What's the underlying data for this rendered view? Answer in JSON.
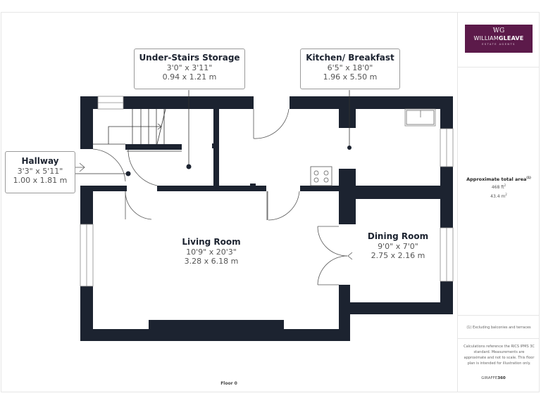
{
  "floor_label": "Floor 0",
  "brand": {
    "logo_mark": "WG",
    "logo_name_light": "WILLIAM",
    "logo_name_bold": "GLEAVE",
    "logo_sub": "ESTATE AGENTS",
    "color": "#5c1a4a"
  },
  "area": {
    "title": "Approximate total area",
    "title_sup": "(1)",
    "sqft": "468 ft",
    "sqm": "43.4 m",
    "sup": "2"
  },
  "footnote": "(1) Excluding balconies and terraces",
  "disclaimer": "Calculations reference the RICS IPMS 3C standard. Measurements are approximate and not to scale. This floor plan is intended for illustration only.",
  "credit_light": "GIRAFFE",
  "credit_bold": "360",
  "wall_color": "#1c2330",
  "rooms": [
    {
      "name": "Hallway",
      "imperial": "3'3\" x 5'11\"",
      "metric": "1.00 x 1.81 m"
    },
    {
      "name": "Under-Stairs Storage",
      "imperial": "3'0\" x 3'11\"",
      "metric": "0.94 x 1.21 m"
    },
    {
      "name": "Kitchen/ Breakfast",
      "imperial": "6'5\" x 18'0\"",
      "metric": "1.96 x 5.50 m"
    },
    {
      "name": "Living Room",
      "imperial": "10'9\" x 20'3\"",
      "metric": "3.28 x 6.18 m"
    },
    {
      "name": "Dining Room",
      "imperial": "9'0\" x 7'0\"",
      "metric": "2.75 x 2.16 m"
    }
  ]
}
